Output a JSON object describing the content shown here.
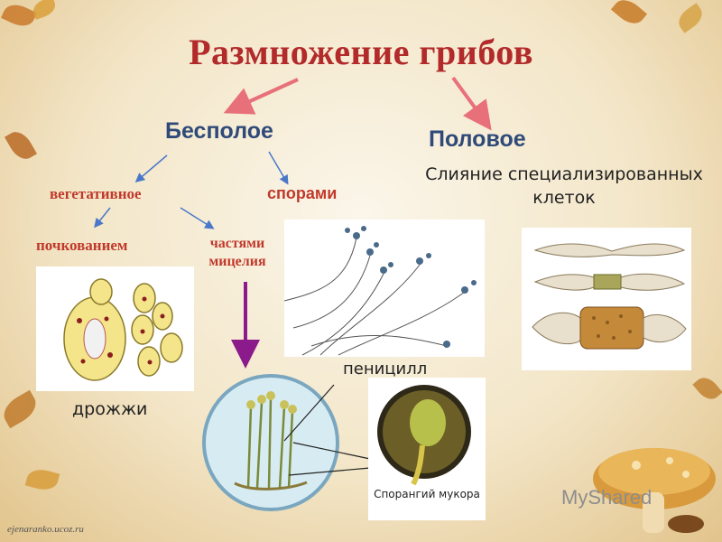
{
  "title": "Размножение грибов",
  "asexual": {
    "label": "Бесполое",
    "vegetative": "вегетативное",
    "spores": "спорами",
    "budding": "почкованием",
    "mycelium": "частями мицелия"
  },
  "sexual": {
    "label": "Половое",
    "description": "Слияние специализированных клеток"
  },
  "captions": {
    "yeast": "дрожжи",
    "penicillium": "пеницилл",
    "sporangium": "Спорангий мукора"
  },
  "site": "ejenaranko.ucoz.ru",
  "watermark": "MyShared",
  "colors": {
    "title": "#b22a2a",
    "heading": "#2f4a78",
    "accent": "#c0392b",
    "arrow": "#e8707a",
    "blue_arrow": "#4a78c8",
    "purple_arrow": "#8b1a8b"
  }
}
